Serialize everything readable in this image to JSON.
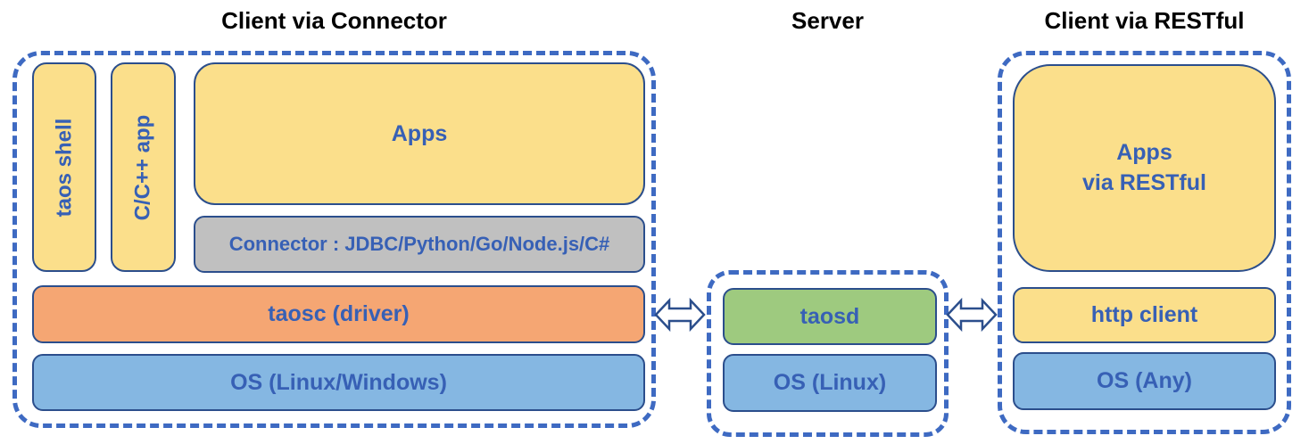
{
  "colors": {
    "box_yellow": "#FBDF8B",
    "box_gray": "#C0C0C0",
    "box_orange": "#F5A673",
    "box_blue": "#85B7E2",
    "box_green": "#9ECA7F",
    "box_border": "#2B4E8C",
    "dashed_border": "#3E6AC2",
    "label_blue": "#3760B5",
    "title_color": "#000000"
  },
  "sections": {
    "client_connector": {
      "title": "Client via Connector",
      "taos_shell": "taos shell",
      "cpp_app": "C/C++ app",
      "apps": "Apps",
      "connector": "Connector : JDBC/Python/Go/Node.js/C#",
      "taosc": "taosc (driver)",
      "os": "OS (Linux/Windows)"
    },
    "server": {
      "title": "Server",
      "taosd": "taosd",
      "os": "OS (Linux)"
    },
    "client_restful": {
      "title": "Client via RESTful",
      "apps_line1": "Apps",
      "apps_line2": "via RESTful",
      "http_client": "http client",
      "os": "OS (Any)"
    }
  },
  "arrows": {
    "left": "bidirectional-arrow",
    "right": "bidirectional-arrow"
  }
}
